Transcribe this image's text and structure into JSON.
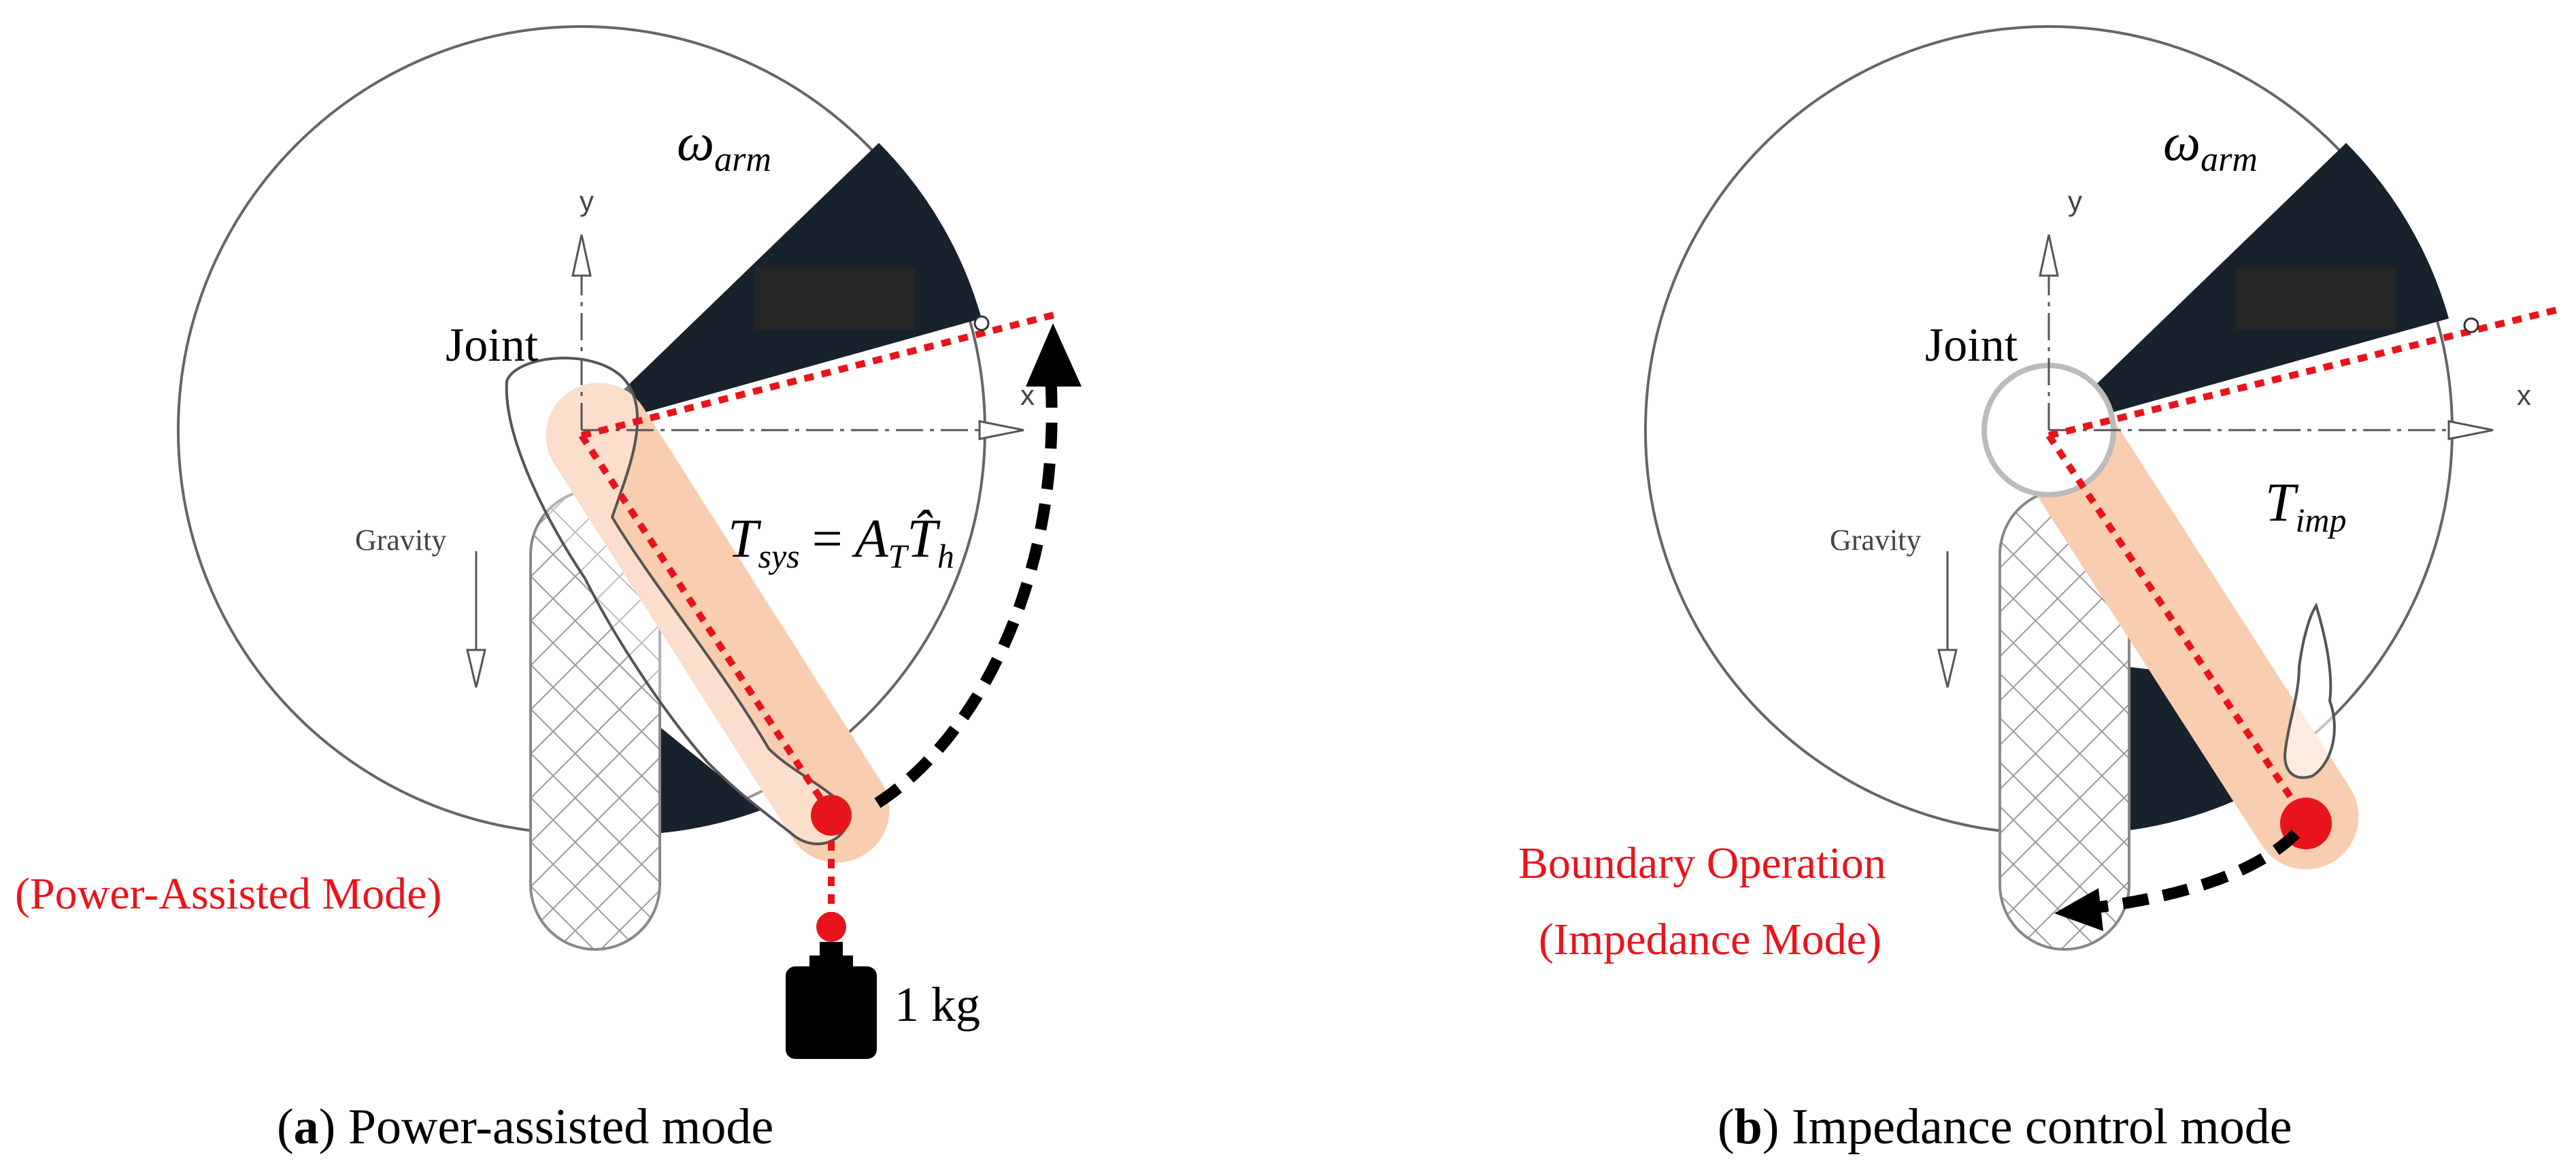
{
  "panel_a": {
    "omega": "ω",
    "omega_sub": "arm",
    "joint_label": "Joint",
    "axis_y": "y",
    "axis_x": "x",
    "gravity_label": "Gravity",
    "eq_T": "T",
    "eq_T_sub": "sys",
    "eq_equals": "=",
    "eq_A": "A",
    "eq_A_sub": "T",
    "eq_That": "T̂",
    "eq_That_sub": "h",
    "mode_label": "(Power-Assisted Mode)",
    "weight_label": "1 kg",
    "caption_letter": "a",
    "caption_open": "(",
    "caption_close": ")",
    "caption_text": " Power-assisted mode"
  },
  "panel_b": {
    "omega": "ω",
    "omega_sub": "arm",
    "joint_label": "Joint",
    "axis_y": "y",
    "axis_x": "x",
    "gravity_label": "Gravity",
    "eq_T": "T",
    "eq_T_sub": "imp",
    "mode_label_1": "Boundary Operation",
    "mode_label_2": "(Impedance Mode)",
    "caption_letter": "b",
    "caption_open": "(",
    "caption_close": ")",
    "caption_text": " Impedance control mode"
  },
  "colors": {
    "red": "#e8141c",
    "sector": "#17222c",
    "arm_band": "#f9cdb0",
    "outline": "#666666"
  }
}
